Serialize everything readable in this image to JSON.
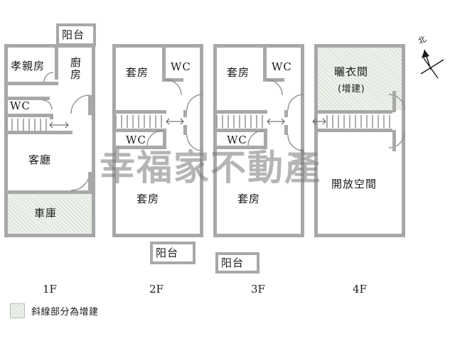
{
  "document": {
    "type": "floor-plan",
    "title": "幸福家不動產",
    "watermark": "幸福家不動產",
    "background_color": "#ffffff",
    "wall_color": "#a8a8a8",
    "addition_fill_color": "#eef3ec"
  },
  "compass": {
    "label": "北",
    "name": "north-arrow"
  },
  "legend": {
    "text": "斜線部分為增建",
    "swatch_color": "#eef3ec"
  },
  "floors": [
    {
      "id": "1F",
      "label": "1F",
      "rooms": [
        {
          "name": "balcony",
          "label": "阳台"
        },
        {
          "name": "filial-room",
          "label": "孝親房"
        },
        {
          "name": "kitchen",
          "label": "廚房"
        },
        {
          "name": "bathroom",
          "label": "WC"
        },
        {
          "name": "living-room",
          "label": "客廳"
        },
        {
          "name": "garage",
          "label": "車庫",
          "addition": true
        }
      ]
    },
    {
      "id": "2F",
      "label": "2F",
      "rooms": [
        {
          "name": "suite-upper",
          "label": "套房"
        },
        {
          "name": "bathroom-upper",
          "label": "WC"
        },
        {
          "name": "bathroom-lower",
          "label": "WC"
        },
        {
          "name": "suite-lower",
          "label": "套房"
        },
        {
          "name": "balcony",
          "label": "阳台"
        }
      ]
    },
    {
      "id": "3F",
      "label": "3F",
      "rooms": [
        {
          "name": "suite-upper",
          "label": "套房"
        },
        {
          "name": "bathroom-upper",
          "label": "WC"
        },
        {
          "name": "bathroom-lower",
          "label": "WC"
        },
        {
          "name": "suite-lower",
          "label": "套房"
        },
        {
          "name": "balcony",
          "label": "阳台"
        }
      ]
    },
    {
      "id": "4F",
      "label": "4F",
      "rooms": [
        {
          "name": "laundry-room",
          "label": "曬衣間",
          "addition": true
        },
        {
          "name": "laundry-room-note",
          "label": "(增建)",
          "addition": true
        },
        {
          "name": "open-space",
          "label": "開放空間"
        }
      ]
    }
  ]
}
